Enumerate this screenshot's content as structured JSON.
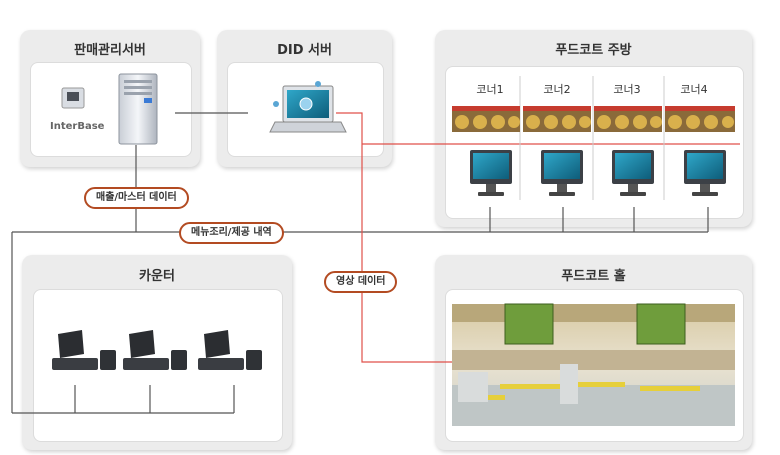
{
  "panels": {
    "sales_server": {
      "title": "판매관리서버",
      "db_label": "InterBase"
    },
    "did_server": {
      "title": "DID 서버"
    },
    "kitchen": {
      "title": "푸드코트 주방",
      "corners": [
        "코너1",
        "코너2",
        "코너3",
        "코너4"
      ]
    },
    "counter": {
      "title": "카운터"
    },
    "hall": {
      "title": "푸드코트 홀"
    }
  },
  "connections": {
    "sales_master": "매출/마스터 데이터",
    "menu_cooking": "메뉴조리/제공 내역",
    "video_data": "영상 데이터"
  },
  "colors": {
    "accent": "#b34b22",
    "video_line": "#e0504a",
    "wire": "#555555"
  }
}
